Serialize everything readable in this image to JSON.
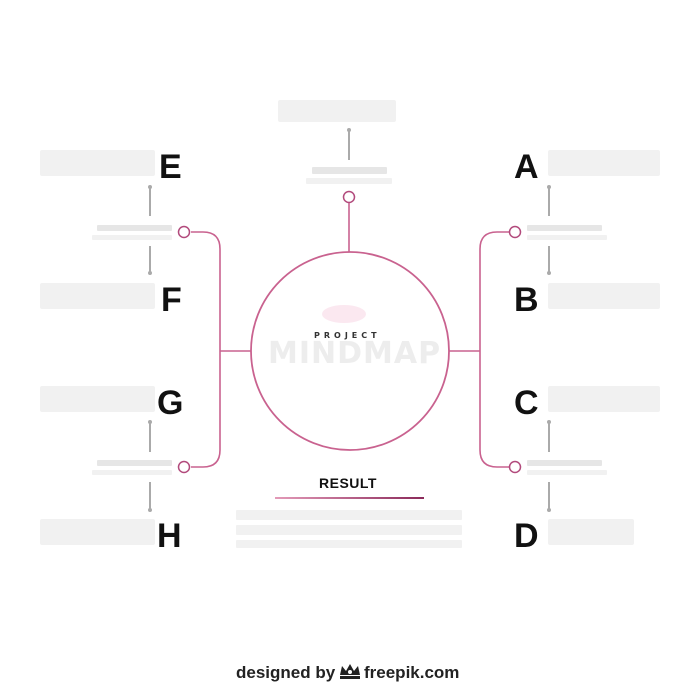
{
  "center": {
    "sub_label": "PROJECT",
    "title": "MINDMAP"
  },
  "branches": [
    {
      "id": "A",
      "label": "A"
    },
    {
      "id": "B",
      "label": "B"
    },
    {
      "id": "C",
      "label": "C"
    },
    {
      "id": "D",
      "label": "D"
    },
    {
      "id": "E",
      "label": "E"
    },
    {
      "id": "F",
      "label": "F"
    },
    {
      "id": "G",
      "label": "G"
    },
    {
      "id": "H",
      "label": "H"
    }
  ],
  "result": {
    "label": "RESULT"
  },
  "credit": {
    "prefix": "designed by",
    "brand": "freepik.com",
    "logo_icon": "freepik-crown-icon"
  },
  "colors": {
    "accent": "#b24a7c",
    "line": "#c9628f",
    "text": "#111111",
    "connector": "#aaaaaa"
  }
}
